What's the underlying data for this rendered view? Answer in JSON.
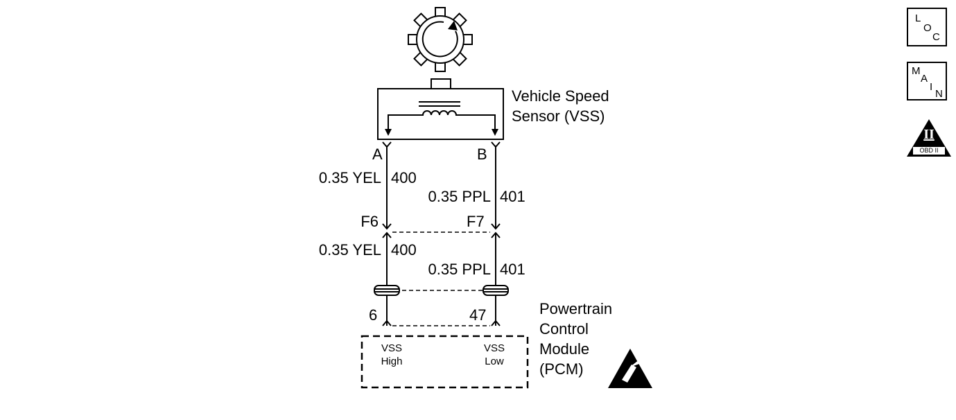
{
  "sensor": {
    "name_line1": "Vehicle Speed",
    "name_line2": "Sensor (VSS)",
    "terminal_a": "A",
    "terminal_b": "B"
  },
  "wires": {
    "left_upper_gauge": "0.35 YEL",
    "left_upper_circuit": "400",
    "right_upper_gauge": "0.35 PPL",
    "right_upper_circuit": "401",
    "left_lower_gauge": "0.35 YEL",
    "left_lower_circuit": "400",
    "right_lower_gauge": "0.35 PPL",
    "right_lower_circuit": "401"
  },
  "connectors": {
    "left_inline": "F6",
    "right_inline": "F7",
    "left_pcm_pin": "6",
    "right_pcm_pin": "47"
  },
  "pcm": {
    "name_line1": "Powertrain",
    "name_line2": "Control",
    "name_line3": "Module",
    "name_line4": "(PCM)",
    "left_input_line1": "VSS",
    "left_input_line2": "High",
    "right_input_line1": "VSS",
    "right_input_line2": "Low"
  },
  "side_icons": {
    "loc": [
      "L",
      "O",
      "C"
    ],
    "main": [
      "M",
      "A",
      "I",
      "N"
    ],
    "obd_numeral": "II",
    "obd_text": "OBD II"
  },
  "icons": {
    "reluctor": "toothed-reluctor-wheel-icon",
    "esd": "electrostatic-discharge-warning-icon"
  }
}
